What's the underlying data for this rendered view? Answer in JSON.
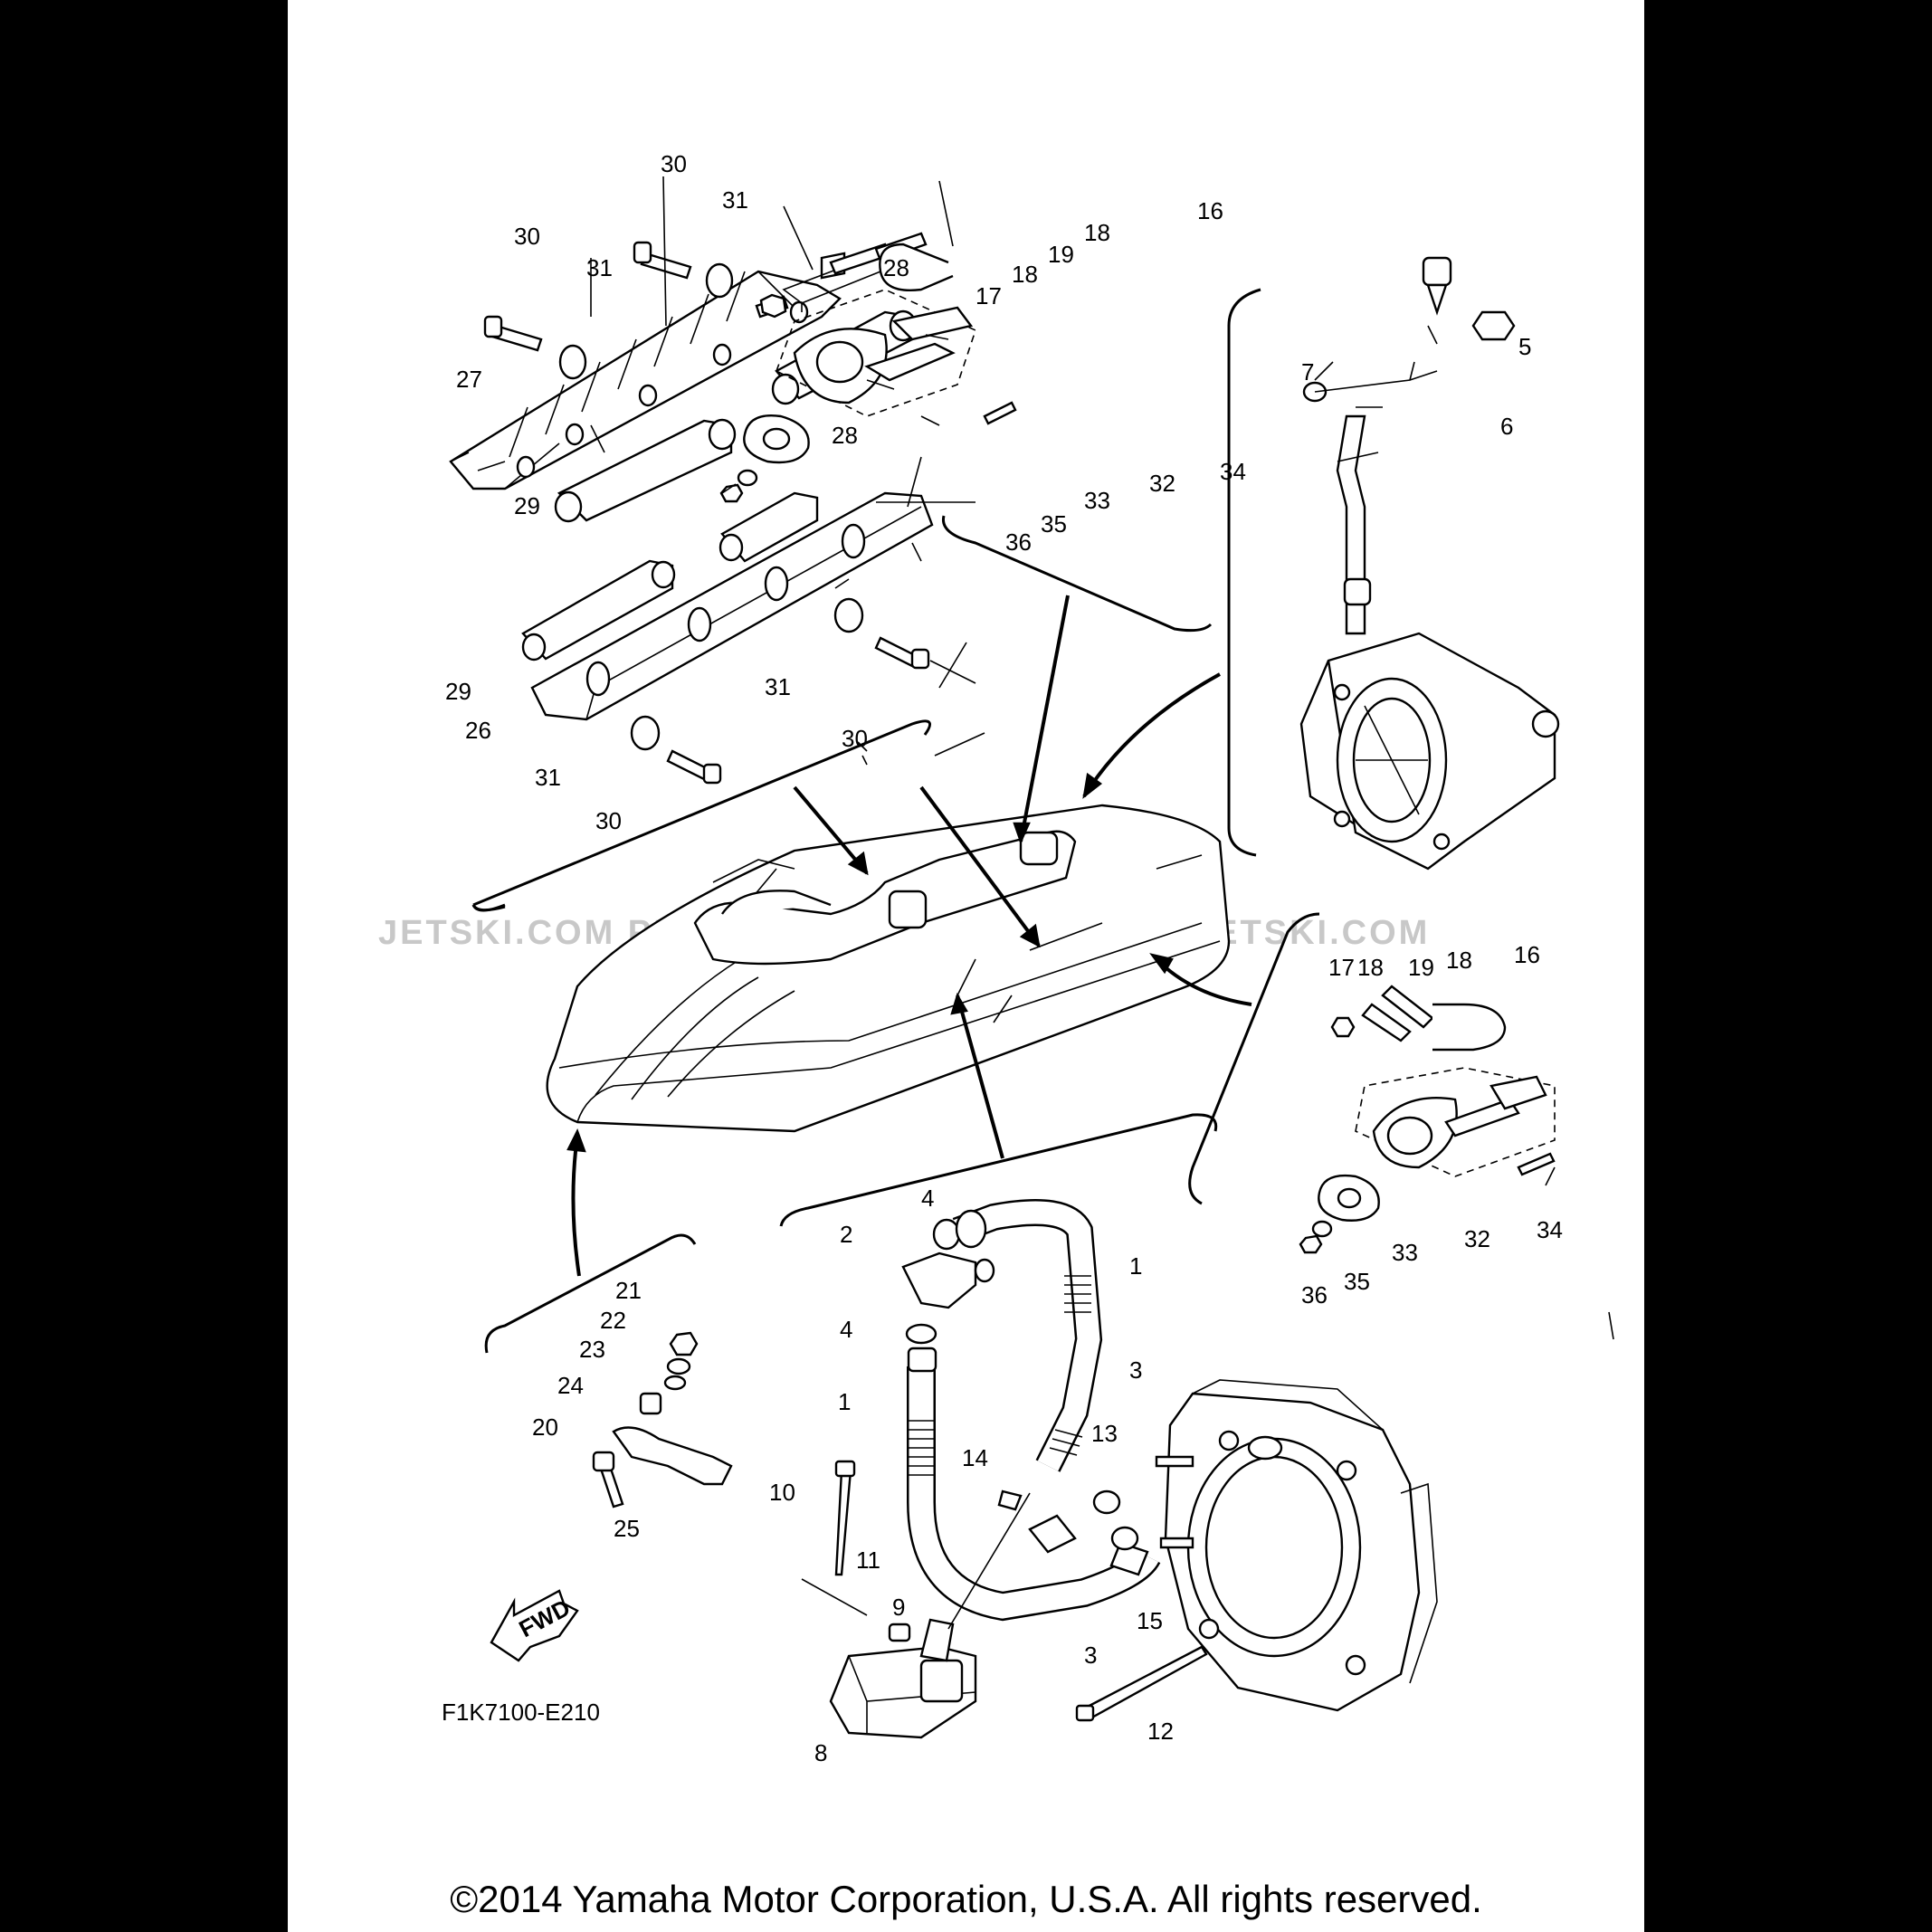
{
  "diagram": {
    "code": "F1K7100-E210",
    "fwd_label": "FWD",
    "copyright": "©2014 Yamaha Motor Corporation, U.S.A. All rights reserved.",
    "watermark": "JETSKI.COM   PROMO-JETSKI.COM   PROMO-JETSKI.COM",
    "callouts": [
      "1",
      "2",
      "3",
      "4",
      "5",
      "6",
      "7",
      "8",
      "9",
      "10",
      "11",
      "12",
      "13",
      "14",
      "15",
      "16",
      "17",
      "18",
      "19",
      "20",
      "21",
      "22",
      "23",
      "24",
      "25",
      "26",
      "27",
      "28",
      "29",
      "30",
      "31",
      "32",
      "33",
      "34",
      "35",
      "36"
    ]
  }
}
